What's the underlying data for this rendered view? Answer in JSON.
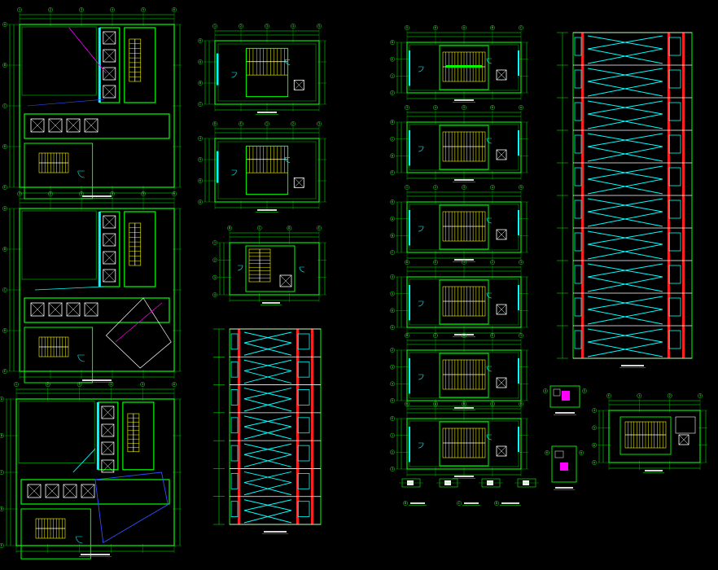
{
  "drawing": {
    "background": "#000000",
    "colors": {
      "wall": "#00ff00",
      "wall_dim": "#00c800",
      "stair": "#ffff00",
      "glass": "#00ffff",
      "column": "#ff2020",
      "accent_magenta": "#ff00ff",
      "accent_blue": "#3050ff",
      "text": "#d8d8d8",
      "white": "#ffffff"
    },
    "sheets": [
      {
        "name": "floor-plan-upper-left",
        "kind": "core-plan"
      },
      {
        "name": "floor-plan-middle-left",
        "kind": "core-plan"
      },
      {
        "name": "floor-plan-lower-left",
        "kind": "core-plan"
      },
      {
        "name": "stair-plan-1",
        "kind": "stair-plan"
      },
      {
        "name": "stair-plan-2",
        "kind": "stair-plan"
      },
      {
        "name": "stair-plan-3",
        "kind": "stair-plan"
      },
      {
        "name": "stair-section-small",
        "kind": "section"
      },
      {
        "name": "stair-plan-right-1",
        "kind": "stair-plan"
      },
      {
        "name": "stair-plan-right-2",
        "kind": "stair-plan"
      },
      {
        "name": "stair-plan-right-3",
        "kind": "stair-plan"
      },
      {
        "name": "stair-plan-right-4",
        "kind": "stair-plan"
      },
      {
        "name": "stair-plan-right-5",
        "kind": "stair-plan"
      },
      {
        "name": "stair-plan-right-6",
        "kind": "stair-plan"
      },
      {
        "name": "stair-section-large",
        "kind": "section"
      },
      {
        "name": "detail-node-1",
        "kind": "detail"
      },
      {
        "name": "detail-node-2",
        "kind": "detail"
      },
      {
        "name": "detail-plan-small",
        "kind": "detail"
      },
      {
        "name": "stair-plan-bottom-right",
        "kind": "stair-plan"
      }
    ],
    "grid_bubble_labels": [
      "1",
      "2",
      "3",
      "4",
      "5",
      "6",
      "A",
      "B",
      "C",
      "D",
      "E"
    ]
  }
}
